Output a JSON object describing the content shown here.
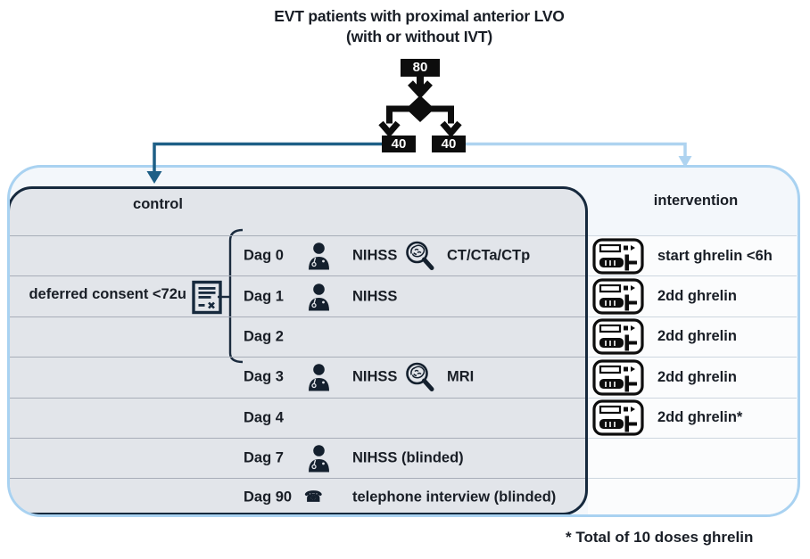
{
  "title": {
    "line1": "EVT patients with proximal anterior LVO",
    "line2": "(with or without IVT)"
  },
  "flow": {
    "total": "80",
    "left_n": "40",
    "right_n": "40"
  },
  "arms": {
    "control_label": "control",
    "intervention_label": "intervention"
  },
  "consent": {
    "label": "deferred consent <72u"
  },
  "control_rows": [
    {
      "day": "Dag 0",
      "assess1": "NIHSS",
      "assess2": "CT/CTa/CTp"
    },
    {
      "day": "Dag 1",
      "assess1": "NIHSS"
    },
    {
      "day": "Dag 2"
    },
    {
      "day": "Dag 3",
      "assess1": "NIHSS",
      "assess2": "MRI"
    },
    {
      "day": "Dag 4"
    },
    {
      "day": "Dag 7",
      "assess1": "NIHSS (blinded)"
    },
    {
      "day": "Dag 90",
      "assess1": "telephone interview (blinded)"
    }
  ],
  "intervention_rows": [
    {
      "label": "start ghrelin <6h"
    },
    {
      "label": "2dd ghrelin"
    },
    {
      "label": "2dd ghrelin"
    },
    {
      "label": "2dd ghrelin"
    },
    {
      "label": "2dd ghrelin*"
    },
    {
      "label": ""
    },
    {
      "label": ""
    }
  ],
  "footnote": "* Total of 10 doses ghrelin",
  "icons": {
    "doctor": "doctor-person",
    "scan": "magnifier-brain",
    "document": "consent-document",
    "phone_glyph": "☎",
    "syringe": "syringe-box"
  },
  "colors": {
    "dark_navy": "#16293d",
    "teal_arrow": "#1e5f86",
    "light_blue_arrow": "#aed3f0",
    "outer_border": "#a9d2f1",
    "outer_fill": "#f3f7fb",
    "control_fill": "#e2e5ea",
    "node_black": "#0d0d0d"
  }
}
